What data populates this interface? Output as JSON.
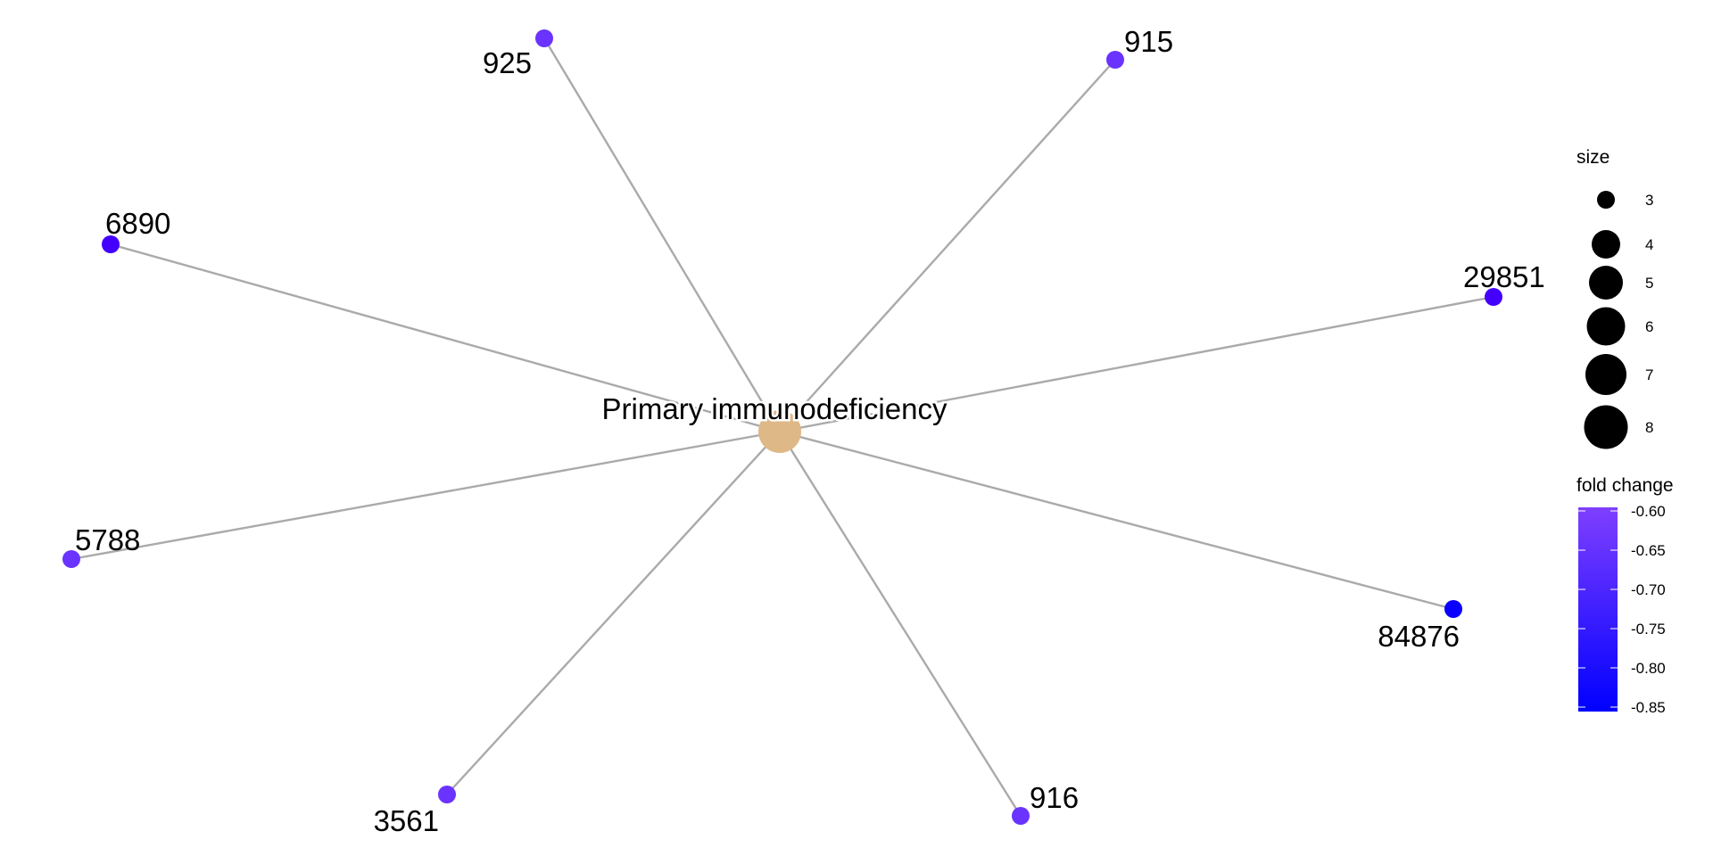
{
  "chart_data": {
    "type": "network",
    "center": {
      "label": "Primary immunodeficiency",
      "color": "#DEB887"
    },
    "nodes": [
      {
        "id": "925",
        "fold_change": -0.63,
        "color": "#6A33FF"
      },
      {
        "id": "915",
        "fold_change": -0.63,
        "color": "#6A33FF"
      },
      {
        "id": "6890",
        "fold_change": -0.78,
        "color": "#4400FF"
      },
      {
        "id": "29851",
        "fold_change": -0.78,
        "color": "#4400FF"
      },
      {
        "id": "5788",
        "fold_change": -0.63,
        "color": "#6A33FF"
      },
      {
        "id": "84876",
        "fold_change": -0.85,
        "color": "#0A00FF"
      },
      {
        "id": "3561",
        "fold_change": -0.63,
        "color": "#6A33FF"
      },
      {
        "id": "916",
        "fold_change": -0.63,
        "color": "#6A33FF"
      }
    ],
    "edge_color": "#AAAAAA",
    "legend": {
      "size_title": "size",
      "size_values": [
        "3",
        "4",
        "5",
        "6",
        "7",
        "8"
      ],
      "color_title": "fold change",
      "color_ticks": [
        "-0.60",
        "-0.65",
        "-0.70",
        "-0.75",
        "-0.80",
        "-0.85"
      ],
      "color_range": [
        -0.85,
        -0.6
      ],
      "color_low": "#0000FF",
      "color_high": "#7F3FFF"
    }
  }
}
